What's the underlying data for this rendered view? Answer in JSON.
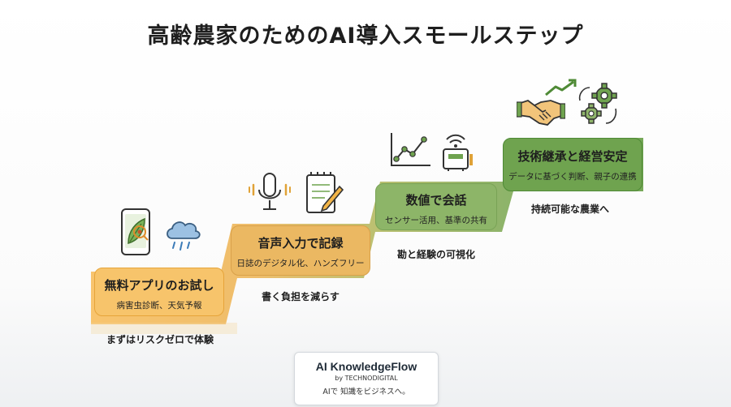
{
  "title": "高齢農家のためのAI導入スモールステップ",
  "steps": [
    {
      "title": "無料アプリのお試し",
      "sub": "病害虫診断、天気予報",
      "below": "まずはリスクゼロで体験"
    },
    {
      "title": "音声入力で記録",
      "sub": "日誌のデジタル化、ハンズフリー",
      "below": "書く負担を減らす"
    },
    {
      "title": "数値で会話",
      "sub": "センサー活用、基準の共有",
      "below": "勘と経験の可視化"
    },
    {
      "title": "技術継承と経営安定",
      "sub": "データに基づく判断、親子の連携",
      "below": "持続可能な農業へ"
    }
  ],
  "icons": [
    "smartphone-plant-icon",
    "cloud-rain-icon",
    "microphone-icon",
    "notebook-pen-icon",
    "line-chart-icon",
    "wifi-sensor-icon",
    "handshake-icon",
    "growth-arrow-icon",
    "gears-icon"
  ],
  "colors": {
    "step1": "#f6c56d",
    "step2": "#e7b761",
    "step3": "#8fb46a",
    "step4": "#6ea24e",
    "border1": "#e0a237",
    "border4": "#4f8a36"
  },
  "footer": {
    "brand": "AI KnowledgeFlow",
    "by": "by TECHNODIGITAL",
    "tagline": "AIで 知識をビジネスへ。"
  }
}
